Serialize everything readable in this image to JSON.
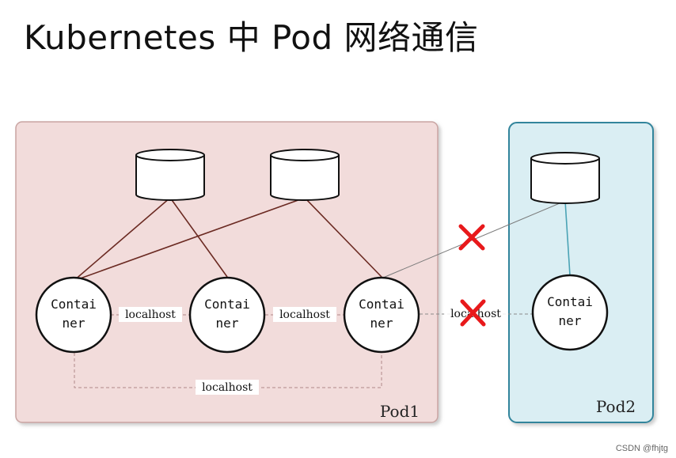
{
  "title": "Kubernetes 中 Pod 网络通信",
  "pod1": {
    "label": "Pod1",
    "containers": [
      {
        "line1": "Contai",
        "line2": "ner"
      },
      {
        "line1": "Contai",
        "line2": "ner"
      },
      {
        "line1": "Contai",
        "line2": "ner"
      }
    ],
    "links": {
      "c1_c2": "localhost",
      "c2_c3": "localhost",
      "c1_c3": "localhost"
    }
  },
  "pod2": {
    "label": "Pod2",
    "container": {
      "line1": "Contai",
      "line2": "ner"
    }
  },
  "cross_pod_link": "localhost",
  "blocked_marker": "✕",
  "watermark": "CSDN @fhjtg",
  "colors": {
    "pod1_fill": "#f2dcdb",
    "pod1_border": "#c9a4a2",
    "pod2_fill": "#daeef3",
    "pod2_border": "#31859c",
    "volume_link": "#6b2a22",
    "pod2_volume_link": "#4aa3b5",
    "block": "#e8191b"
  }
}
